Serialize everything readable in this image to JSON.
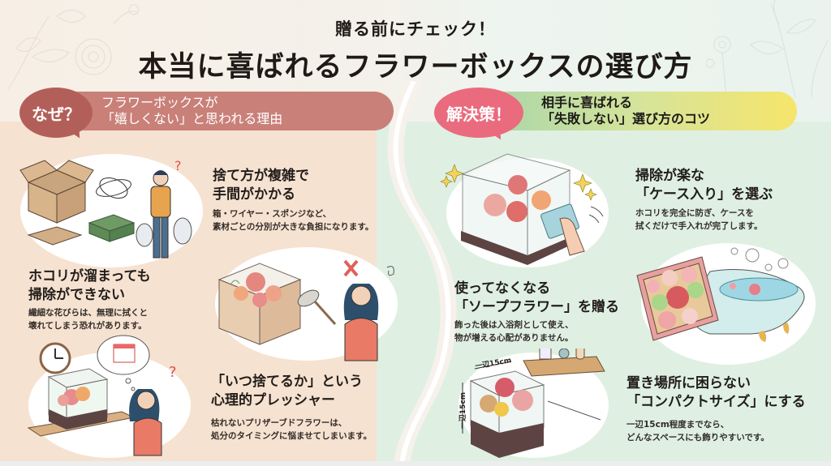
{
  "header": {
    "subtitle": "贈る前にチェック！",
    "title": "本当に喜ばれるフラワーボックスの選び方"
  },
  "colors": {
    "left_banner": "#c98078",
    "left_bubble": "#b35f59",
    "right_bubble": "#ea6b7d",
    "right_banner_start": "#9fd2ac",
    "right_banner_end": "#f6e56a",
    "left_bg": "#f6e2d1",
    "right_bg": "#dff0e3"
  },
  "left_section": {
    "bubble_label": "なぜ？",
    "banner_line1": "フラワーボックスが",
    "banner_line2": "「嬉しくない」と思われる理由",
    "items": [
      {
        "heading_line1": "捨て方が複雑で",
        "heading_line2": "手間がかかる",
        "body_line1": "箱・ワイヤー・スポンジなど、",
        "body_line2": "素材ごとの分別が大きな負担になります。",
        "illustration": "disposal-confusion-illustration"
      },
      {
        "heading_line1": "ホコリが溜まっても",
        "heading_line2": "掃除ができない",
        "body_line1": "繊細な花びらは、無理に拭くと",
        "body_line2": "壊れてしまう恐れがあります。",
        "illustration": "dusting-problem-illustration"
      },
      {
        "heading_line1": "「いつ捨てるか」という",
        "heading_line2": "心理的プレッシャー",
        "body_line1": "枯れないプリザーブドフラワーは、",
        "body_line2": "処分のタイミングに悩ませてしまいます。",
        "illustration": "disposal-timing-illustration"
      }
    ]
  },
  "right_section": {
    "bubble_label": "解決策！",
    "banner_line1": "相手に喜ばれる",
    "banner_line2": "「失敗しない」選び方のコツ",
    "items": [
      {
        "heading_line1": "掃除が楽な",
        "heading_line2": "「ケース入り」を選ぶ",
        "body_line1": "ホコリを完全に防ぎ、ケースを",
        "body_line2": "拭くだけで手入れが完了します。",
        "illustration": "case-wiping-illustration"
      },
      {
        "heading_line1": "使ってなくなる",
        "heading_line2": "「ソープフラワー」を贈る",
        "body_line1": "飾った後は入浴剤として使え、",
        "body_line2": "物が増える心配がありません。",
        "illustration": "soap-flower-bath-illustration"
      },
      {
        "heading_line1": "置き場所に困らない",
        "heading_line2": "「コンパクトサイズ」にする",
        "body_line1": "一辺15cm程度までなら、",
        "body_line2": "どんなスペースにも飾りやすいです。",
        "illustration": "compact-size-illustration",
        "dim_width": "一辺15cm",
        "dim_height": "一辺15cm"
      }
    ]
  }
}
